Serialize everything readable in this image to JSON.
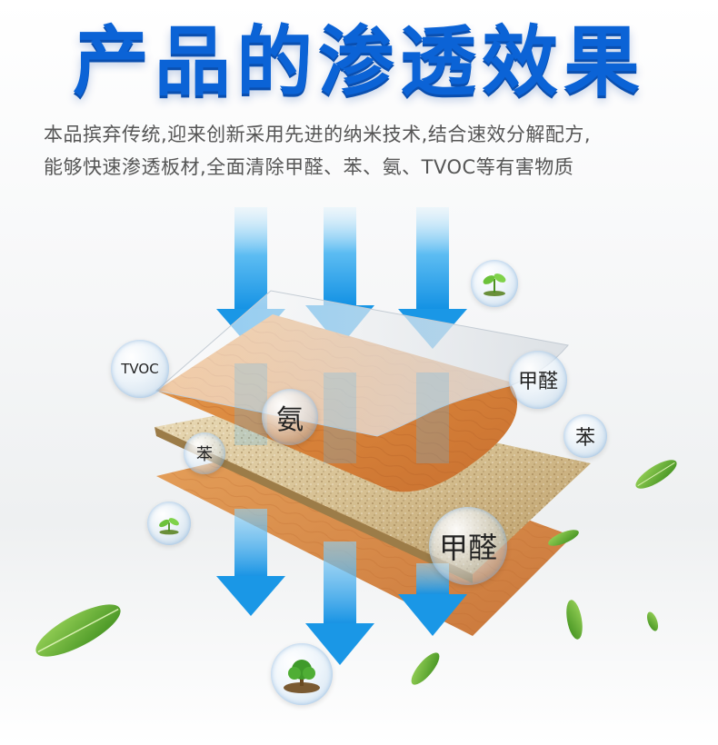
{
  "title": "产品的渗透效果",
  "description": {
    "line1": "本品摈弃传统,迎来创新采用先进的纳米技术,结合速效分解配方,",
    "line2": "能够快速渗透板材,全面清除甲醛、苯、氨、TVOC等有害物质"
  },
  "bubbles": {
    "tvoc": "TVOC",
    "ammonia": "氨",
    "benzene_left": "苯",
    "formaldehyde_right": "甲醛",
    "benzene_right": "苯",
    "formaldehyde_bottom": "甲醛"
  },
  "colors": {
    "title_blue": "#0b63d6",
    "arrow_blue": "#1e9be8",
    "wood_orange": "#d98a3e",
    "board_tan": "#d9c49a",
    "leaf_green": "#5fae2e"
  }
}
